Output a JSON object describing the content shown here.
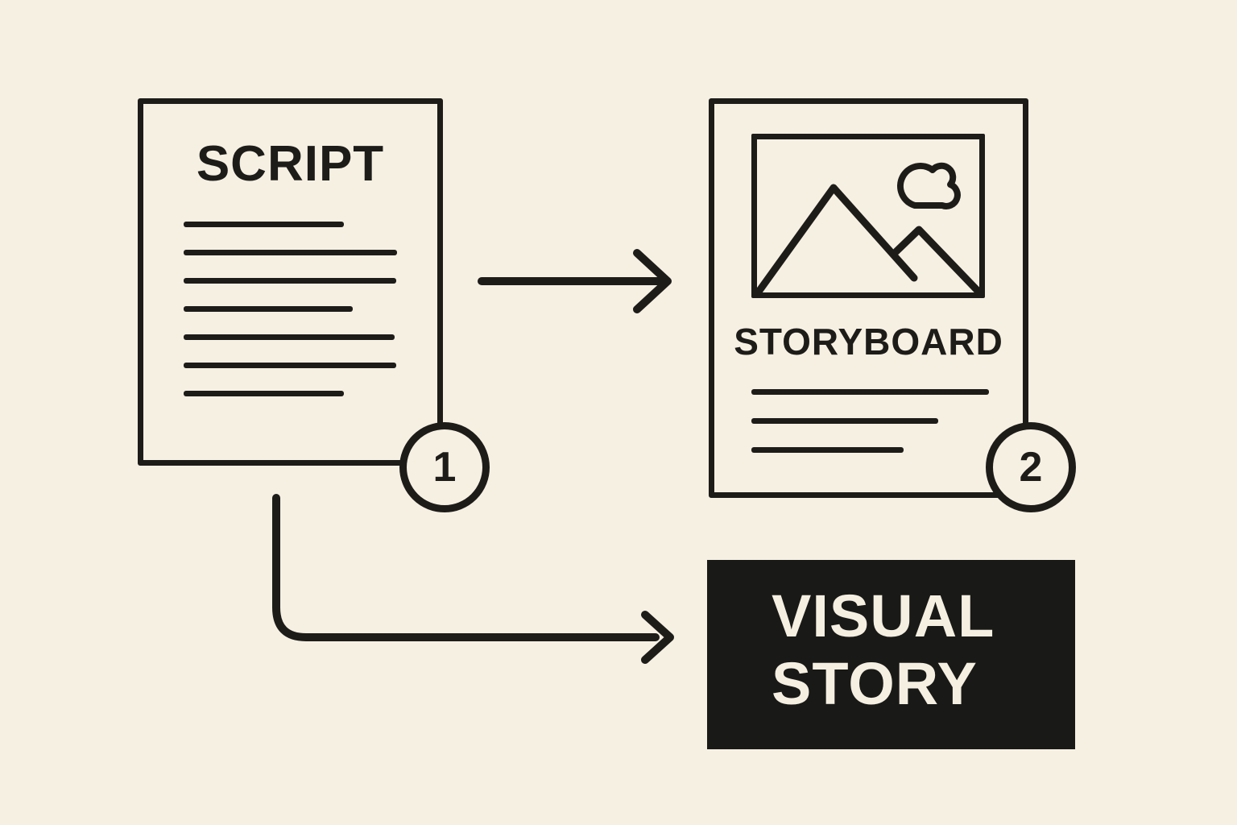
{
  "colors": {
    "background": "#f6f0e3",
    "ink": "#1d1c19",
    "box_background": "#191917",
    "box_text": "#f5efe2"
  },
  "script_document": {
    "title": "SCRIPT",
    "badge": "1",
    "line_widths": [
      199,
      265,
      264,
      210,
      262,
      264,
      199
    ]
  },
  "storyboard_document": {
    "title": "STORYBOARD",
    "badge": "2",
    "line_widths": [
      295,
      232,
      189
    ],
    "image_placeholder_icons": [
      "mountains-icon",
      "cloud-icon"
    ]
  },
  "visual_story": {
    "line1": "VISUAL",
    "line2": "STORY"
  },
  "connectors": [
    {
      "name": "script-to-storyboard-arrow",
      "from": "script_document",
      "to": "storyboard_document"
    },
    {
      "name": "script-to-visual-story-arrow",
      "from": "script_document",
      "to": "visual_story"
    }
  ]
}
